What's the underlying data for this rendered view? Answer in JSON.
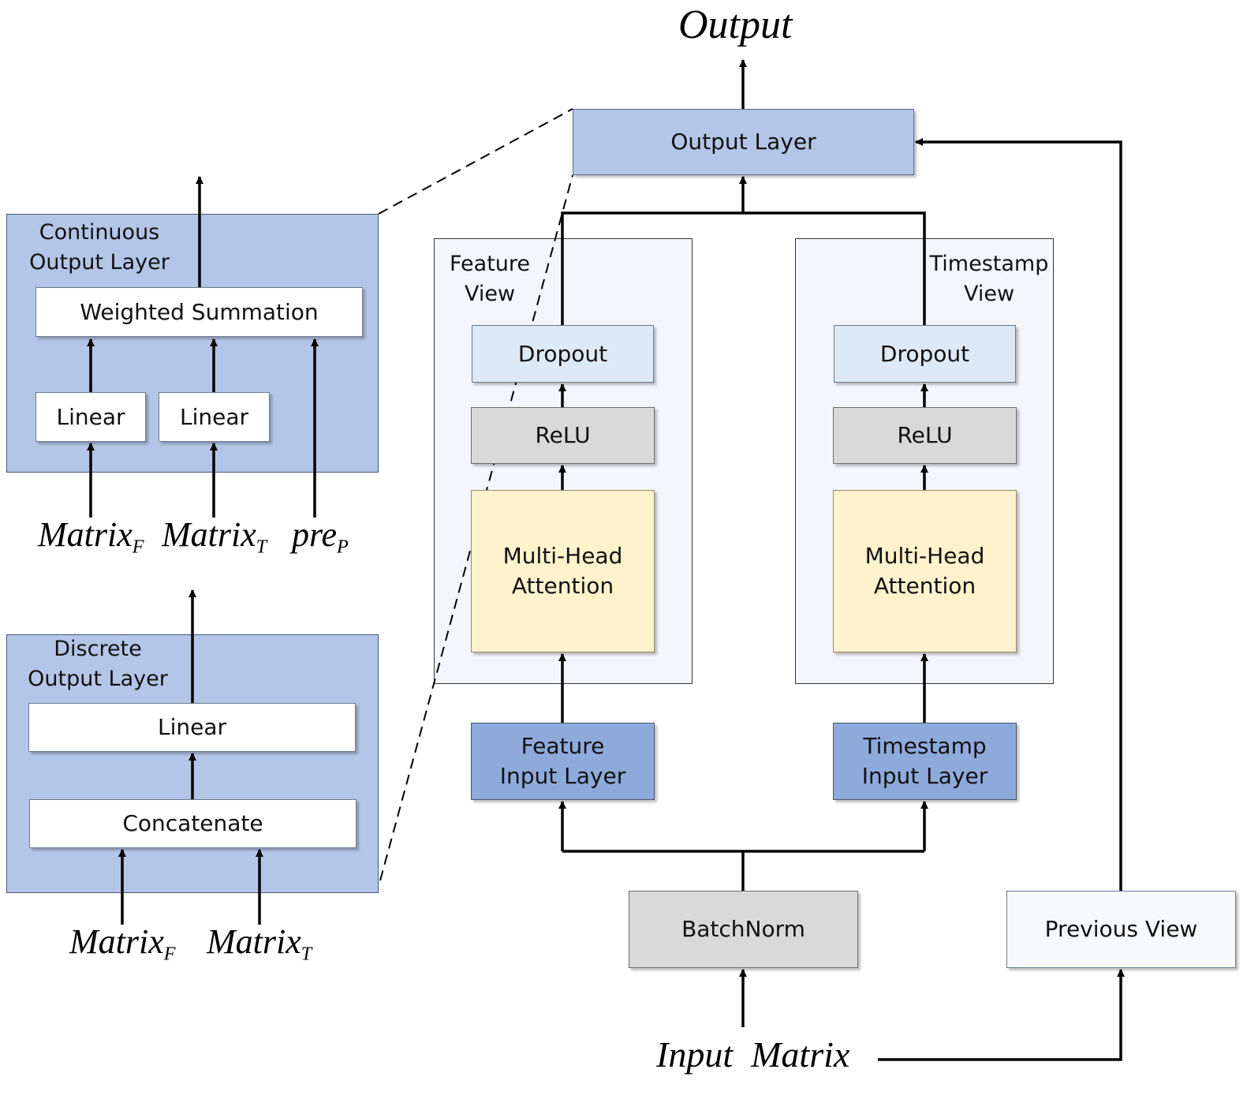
{
  "colors": {
    "output_layer": "#b4c6e7",
    "input_layer": "#8eaadb",
    "dropout": "#dee9f6",
    "relu": "#d9d9d9",
    "attention": "#fff2cc",
    "view_panel": "#f4f6fb",
    "detail_panel": "#b4c6e7"
  },
  "main": {
    "output_text": "Output",
    "output_layer": "Output Layer",
    "feature_view": {
      "title": [
        "Feature",
        "View"
      ],
      "dropout": "Dropout",
      "relu": "ReLU",
      "attention": [
        "Multi-Head",
        "Attention"
      ],
      "input_layer": [
        "Feature",
        "Input Layer"
      ]
    },
    "timestamp_view": {
      "title": [
        "Timestamp",
        "View"
      ],
      "dropout": "Dropout",
      "relu": "ReLU",
      "attention": [
        "Multi-Head",
        "Attention"
      ],
      "input_layer": [
        "Timestamp",
        "Input Layer"
      ]
    },
    "batchnorm": "BatchNorm",
    "previous_view": "Previous View",
    "input_matrix": "Input  Matrix"
  },
  "continuous": {
    "title": [
      "Continuous",
      "Output Layer"
    ],
    "weighted_summation": "Weighted Summation",
    "linear1": "Linear",
    "linear2": "Linear",
    "inputs": [
      {
        "base": "Matrix",
        "sub": "F"
      },
      {
        "base": "Matrix",
        "sub": "T"
      },
      {
        "base": "pre",
        "sub": "P"
      }
    ]
  },
  "discrete": {
    "title": [
      "Discrete",
      "Output Layer"
    ],
    "linear": "Linear",
    "concatenate": "Concatenate",
    "inputs": [
      {
        "base": "Matrix",
        "sub": "F"
      },
      {
        "base": "Matrix",
        "sub": "T"
      }
    ]
  }
}
